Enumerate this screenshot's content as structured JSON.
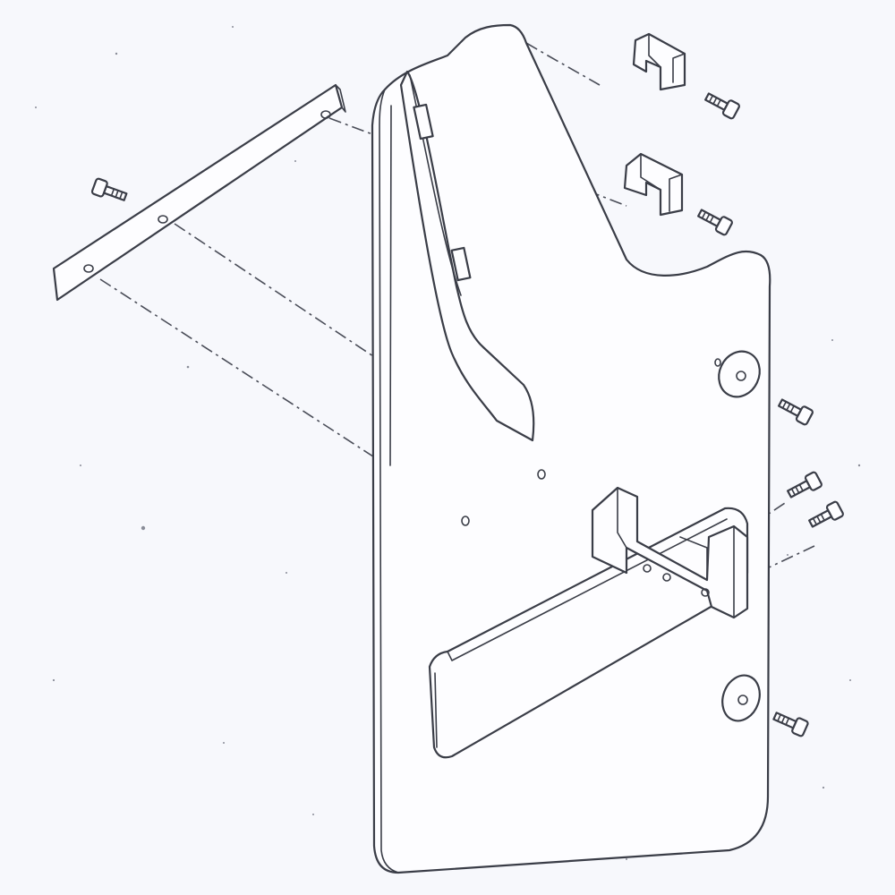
{
  "diagram": {
    "parts": [
      {
        "name": "backing-panel"
      },
      {
        "name": "mounting-strip"
      },
      {
        "name": "u-bracket",
        "count": 2
      },
      {
        "name": "side-bracket"
      },
      {
        "name": "bolt",
        "count": 7
      },
      {
        "name": "washer",
        "count": 2
      }
    ],
    "colors": {
      "paper": "#f7f8fc",
      "ink": "#3a3d47"
    }
  }
}
